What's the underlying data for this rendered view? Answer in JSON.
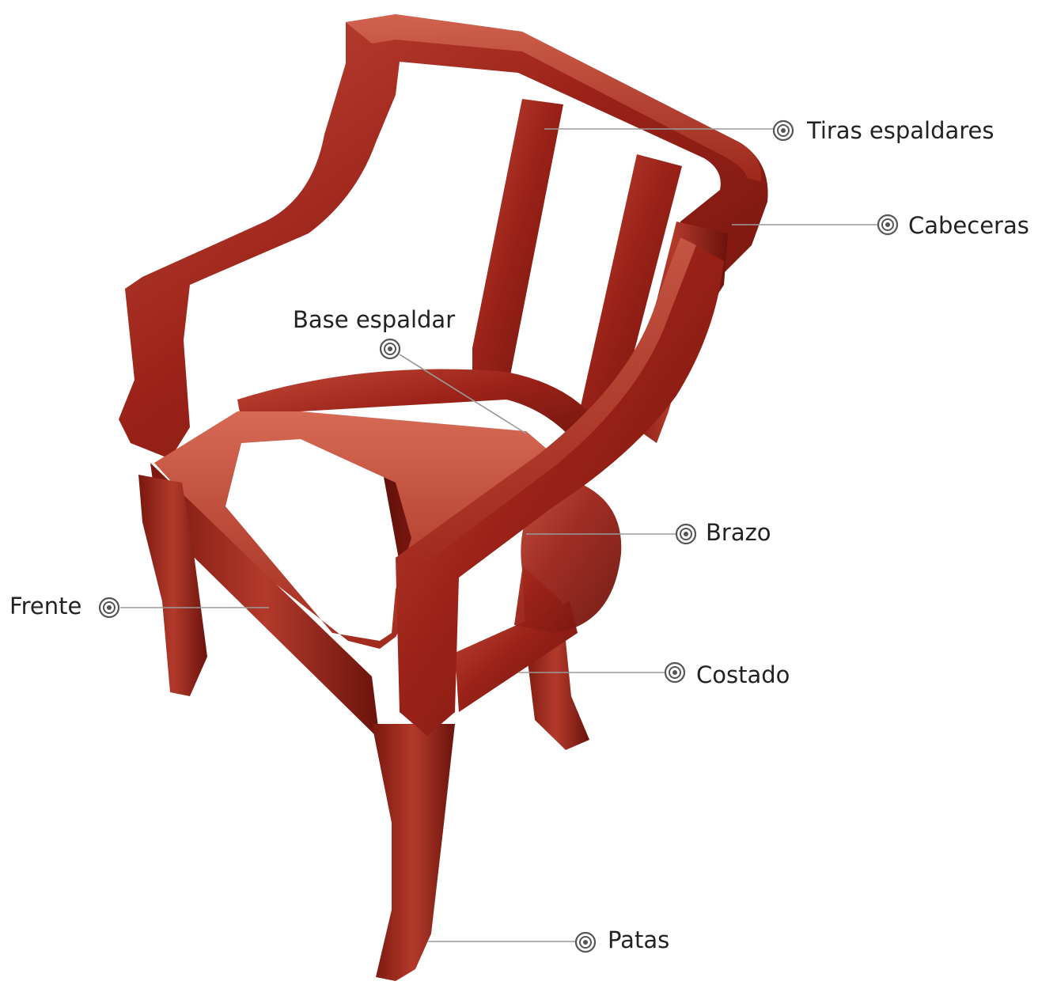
{
  "diagram": {
    "subject": "chair-frame",
    "colors": {
      "wood_base": "#9b2218",
      "wood_light": "#c9513f",
      "wood_dark": "#5e0f0a",
      "label_text": "#222222",
      "leader_line": "#9a9a9a"
    },
    "labels": {
      "tiras_espaldares": "Tiras espaldares",
      "cabeceras": "Cabeceras",
      "base_espaldar": "Base espaldar",
      "brazo": "Brazo",
      "frente": "Frente",
      "costado": "Costado",
      "patas": "Patas"
    }
  }
}
